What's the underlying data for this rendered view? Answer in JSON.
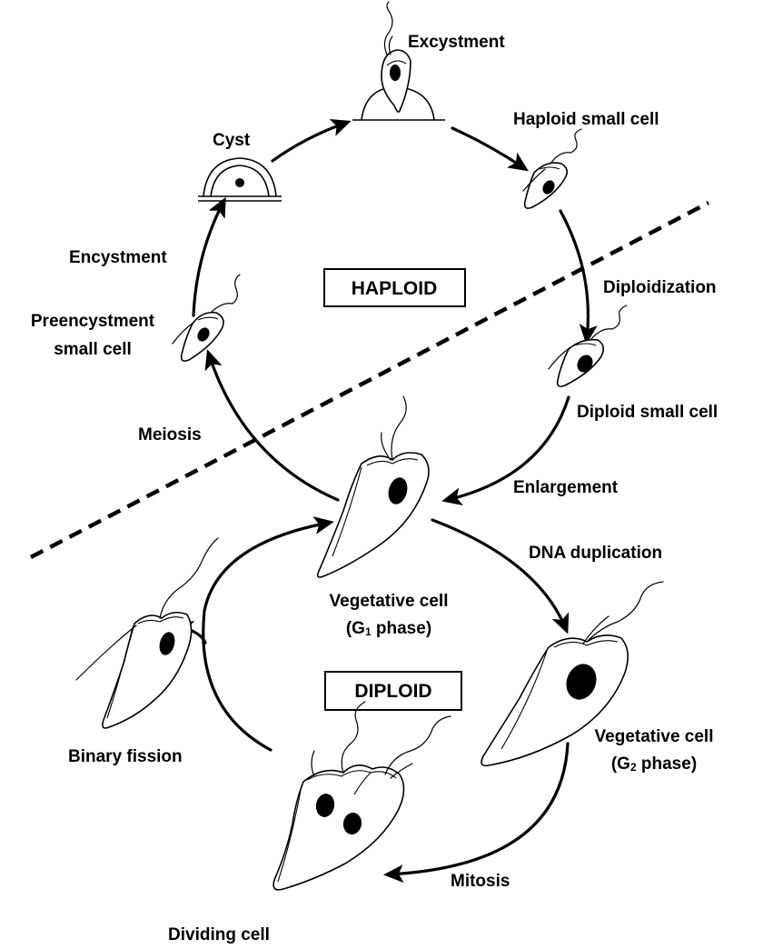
{
  "phases": {
    "haploid": "HAPLOID",
    "diploid": "DIPLOID"
  },
  "stages": {
    "excystment": "Excystment",
    "cyst": "Cyst",
    "haploid_small_cell": "Haploid small cell",
    "encystment": "Encystment",
    "diploidization": "Diploidization",
    "preencystment_line1": "Preencystment",
    "preencystment_line2": "small cell",
    "diploid_small_cell": "Diploid small cell",
    "meiosis": "Meiosis",
    "enlargement": "Enlargement",
    "dna_duplication": "DNA duplication",
    "vegetative_g1_line1": "Vegetative cell",
    "vegetative_g1_line2_open": "(G",
    "vegetative_g1_sub": "1",
    "vegetative_g1_line2_close": " phase)",
    "vegetative_g2_line1": "Vegetative cell",
    "vegetative_g2_line2_open": "(G",
    "vegetative_g2_sub": "2",
    "vegetative_g2_line2_close": " phase)",
    "binary_fission": "Binary fission",
    "mitosis": "Mitosis",
    "dividing_cell": "Dividing cell"
  }
}
